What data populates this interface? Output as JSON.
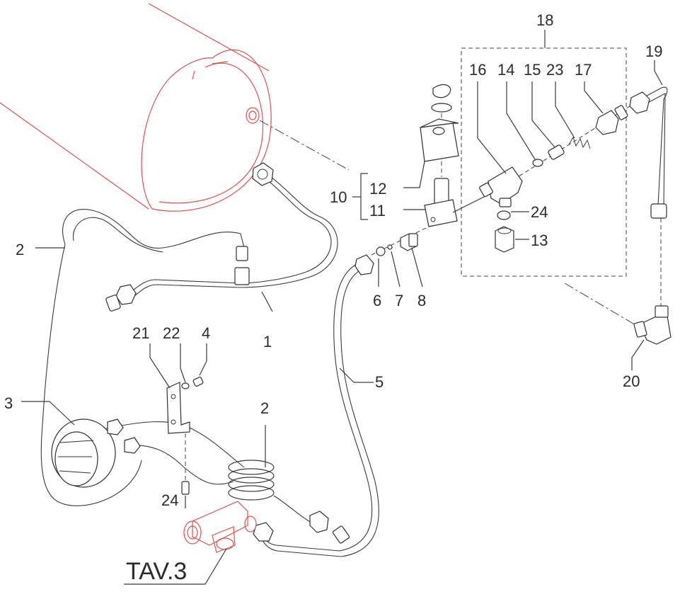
{
  "labels": {
    "p1": "1",
    "p2a": "2",
    "p2b": "2",
    "p3": "3",
    "p4": "4",
    "p5": "5",
    "p6": "6",
    "p7": "7",
    "p8": "8",
    "p10": "10",
    "p11": "11",
    "p12": "12",
    "p13": "13",
    "p14": "14",
    "p15": "15",
    "p16": "16",
    "p17": "17",
    "p18": "18",
    "p19": "19",
    "p20": "20",
    "p21": "21",
    "p22": "22",
    "p23": "23",
    "p24a": "24",
    "p24b": "24"
  },
  "reference": "TAV.3",
  "colors": {
    "highlight": "#d9534f",
    "line": "#3a3a3a"
  }
}
